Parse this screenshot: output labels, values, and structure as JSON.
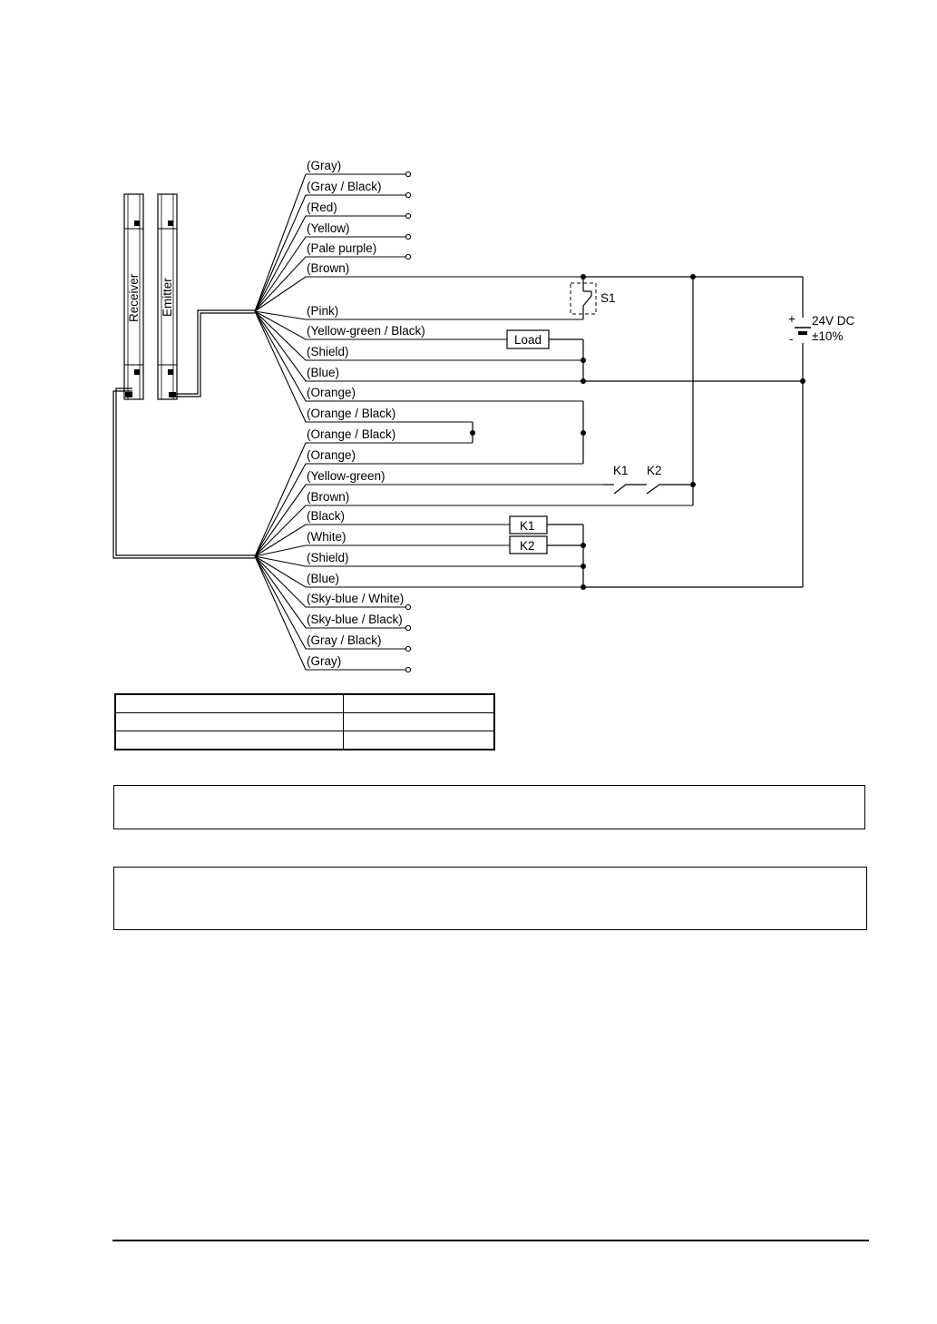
{
  "devices": {
    "receiver": "Receiver",
    "emitter": "Emitter"
  },
  "emitter_wires": [
    {
      "label": "(Gray)"
    },
    {
      "label": "(Gray / Black)"
    },
    {
      "label": "(Red)"
    },
    {
      "label": "(Yellow)"
    },
    {
      "label": "(Pale purple)"
    },
    {
      "label": "(Brown)"
    },
    {
      "label": "(Pink)"
    },
    {
      "label": "(Yellow-green / Black)"
    },
    {
      "label": "(Shield)"
    },
    {
      "label": "(Blue)"
    },
    {
      "label": "(Orange)"
    },
    {
      "label": "(Orange / Black)"
    }
  ],
  "receiver_wires": [
    {
      "label": "(Orange / Black)"
    },
    {
      "label": "(Orange)"
    },
    {
      "label": "(Yellow-green)"
    },
    {
      "label": "(Brown)"
    },
    {
      "label": "(Black)"
    },
    {
      "label": "(White)"
    },
    {
      "label": "(Shield)"
    },
    {
      "label": "(Blue)"
    },
    {
      "label": "(Sky-blue / White)"
    },
    {
      "label": "(Sky-blue / Black)"
    },
    {
      "label": "(Gray / Black)"
    },
    {
      "label": "(Gray)"
    }
  ],
  "components": {
    "switch": "S1",
    "load": "Load",
    "relay_1": "K1",
    "relay_2": "K2",
    "contact_1": "K1",
    "contact_2": "K2",
    "supply_voltage": "24V DC",
    "supply_tolerance": "±10%",
    "supply_plus": "+",
    "supply_minus": "-"
  },
  "table": {
    "rows": [
      [
        "",
        ""
      ],
      [
        "",
        ""
      ],
      [
        "",
        ""
      ]
    ]
  }
}
